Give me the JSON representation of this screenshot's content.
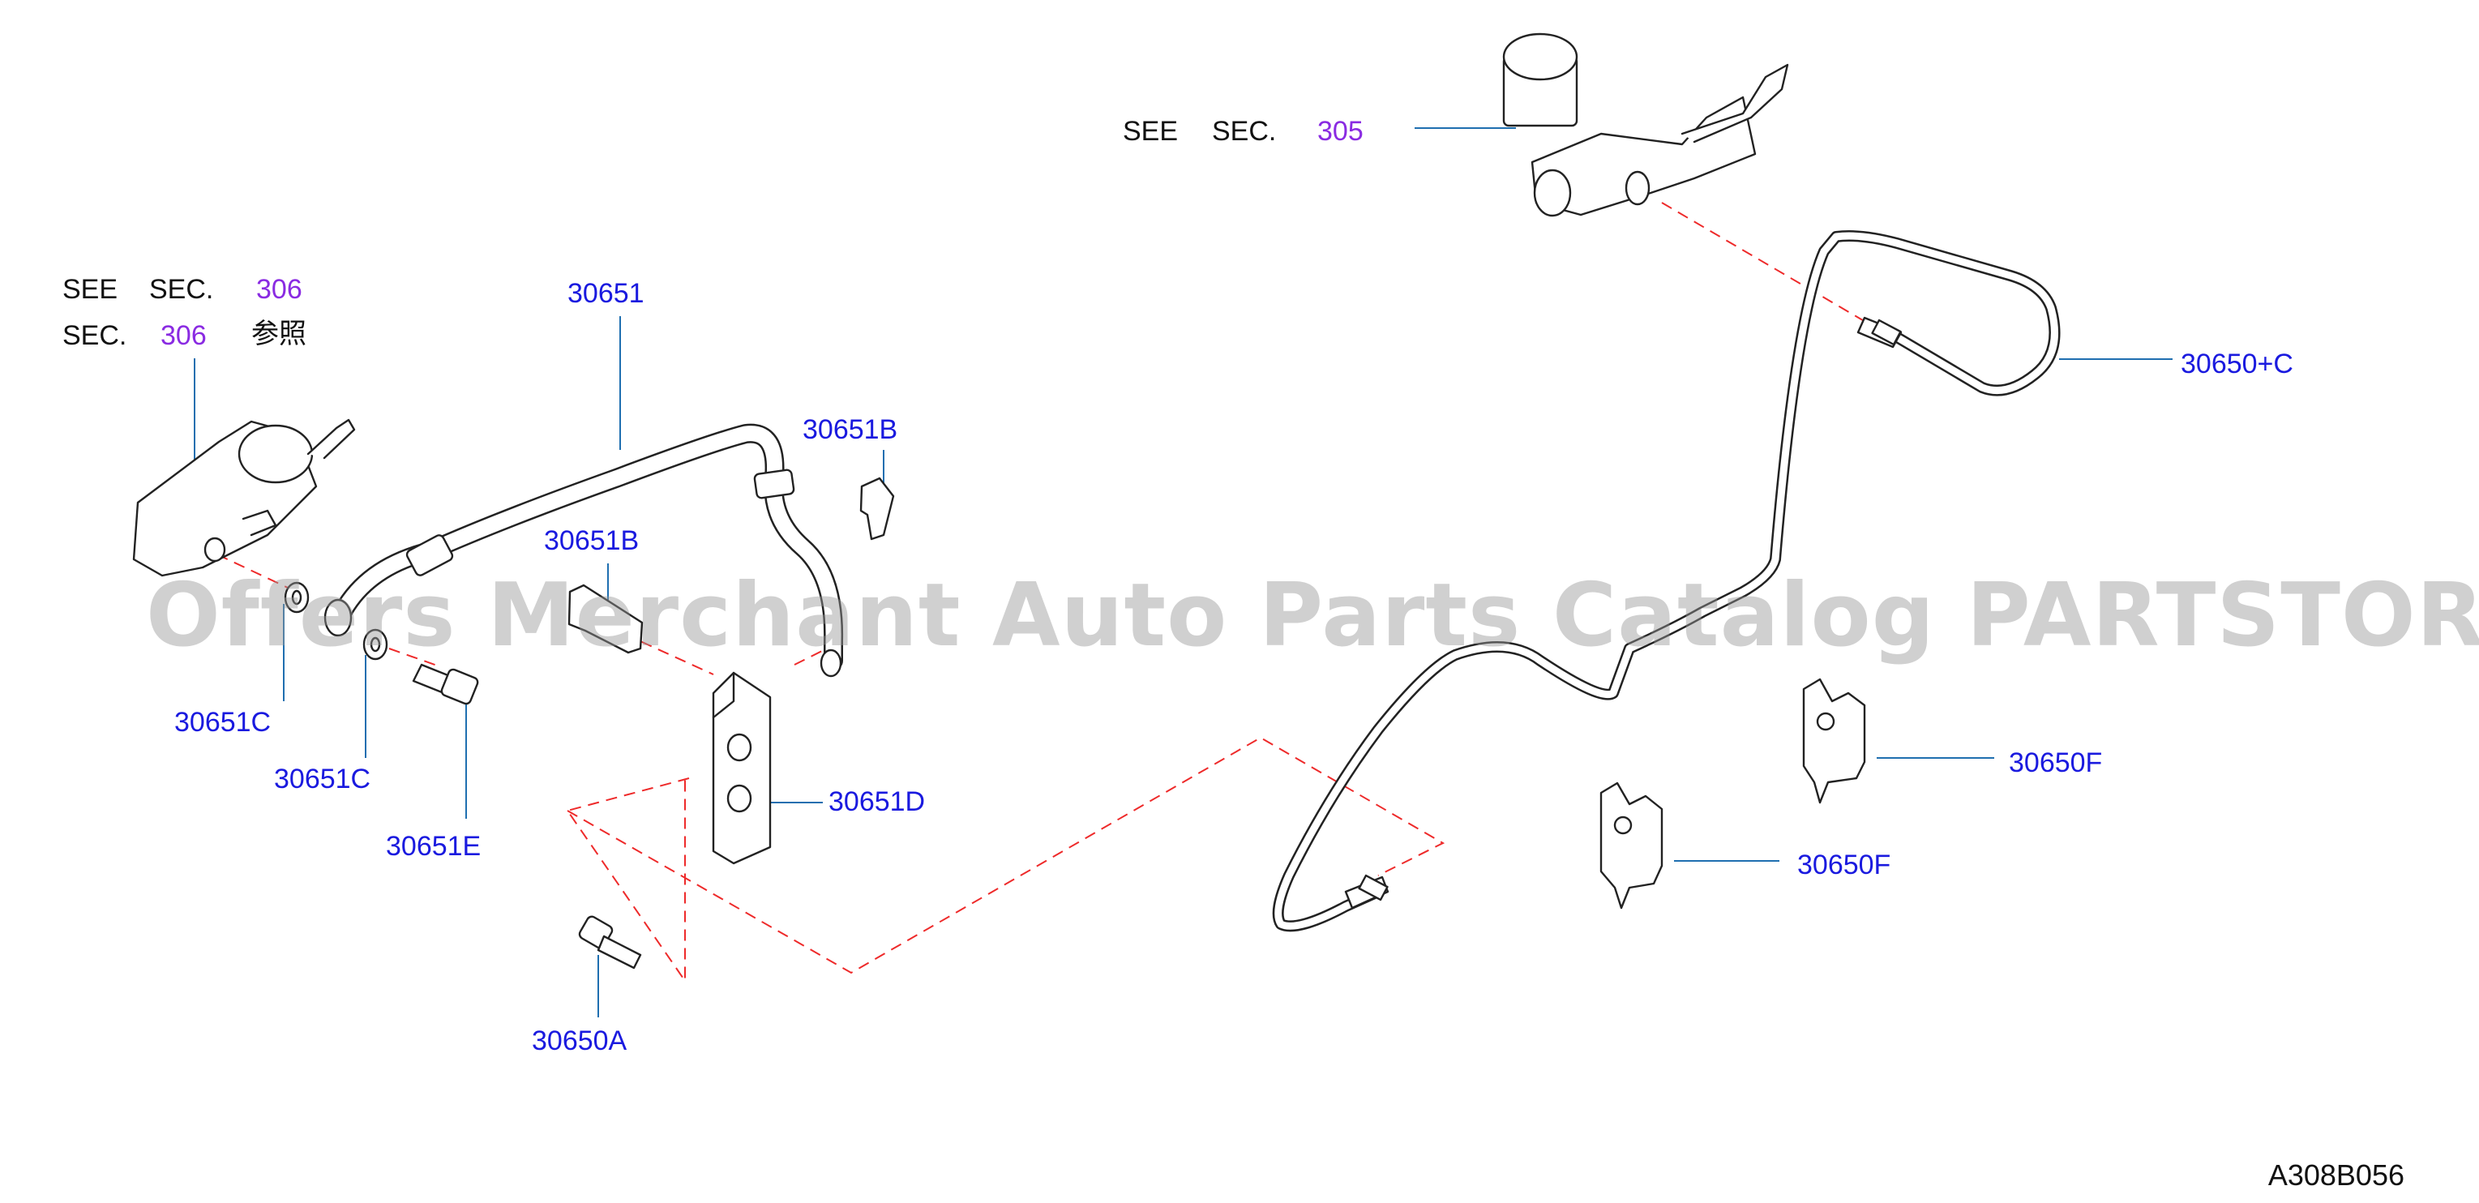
{
  "see_sec_305": {
    "see": "SEE",
    "sec": "SEC.",
    "num": "305"
  },
  "see_sec_306": {
    "see": "SEE",
    "sec": "SEC.",
    "num": "306"
  },
  "sec_306_ref": {
    "sec": "SEC.",
    "num": "306",
    "ref": "参照"
  },
  "parts": {
    "p30651": "30651",
    "p30651B_upper": "30651B",
    "p30651B_lower": "30651B",
    "p30651C_upper": "30651C",
    "p30651C_lower": "30651C",
    "p30651E": "30651E",
    "p30651D": "30651D",
    "p30650A": "30650A",
    "p30650C": "30650+C",
    "p30650F_upper": "30650F",
    "p30650F_lower": "30650F"
  },
  "watermark": "Offers Merchant Auto Parts Catalog PARTSTORE.SA",
  "diagram_code": "A308B056",
  "colors": {
    "part_label": "#1a1adf",
    "section_number": "#8a2be2",
    "leader": "#1f6fb0",
    "dashed": "#ee2a2a"
  }
}
